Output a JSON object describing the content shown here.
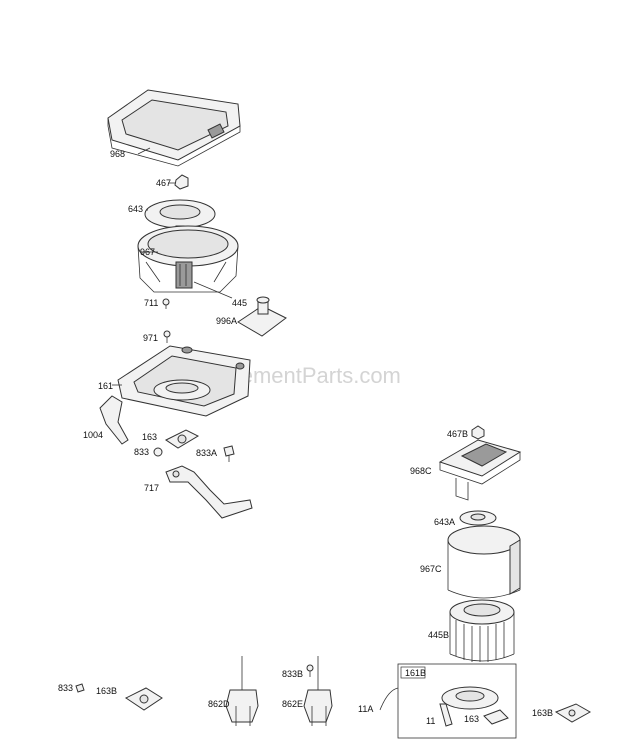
{
  "watermark": "eReplacementParts.com",
  "inset_label": "161B",
  "labels": {
    "l968": "968",
    "l467": "467",
    "l643": "643",
    "l967": "967",
    "l711": "711",
    "l445": "445",
    "l996A": "996A",
    "l971": "971",
    "l161": "161",
    "l1004": "1004",
    "l163a": "163",
    "l833a": "833",
    "l833A": "833A",
    "l717": "717",
    "l467B": "467B",
    "l968C": "968C",
    "l643A": "643A",
    "l967C": "967C",
    "l445B": "445B",
    "l833b": "833",
    "l163Ba": "163B",
    "l862D": "862D",
    "l833B": "833B",
    "l862E": "862E",
    "l11A": "11A",
    "l11": "11",
    "l163b": "163",
    "l163Bb": "163B"
  }
}
